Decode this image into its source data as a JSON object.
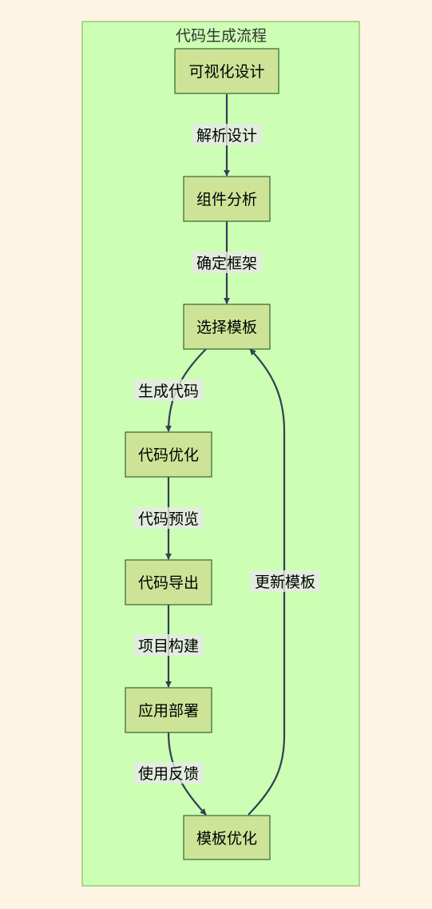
{
  "cluster": {
    "title": "代码生成流程"
  },
  "nodes": [
    {
      "id": "n1",
      "label": "可视化设计"
    },
    {
      "id": "n2",
      "label": "组件分析"
    },
    {
      "id": "n3",
      "label": "选择模板"
    },
    {
      "id": "n4",
      "label": "代码优化"
    },
    {
      "id": "n5",
      "label": "代码导出"
    },
    {
      "id": "n6",
      "label": "应用部署"
    },
    {
      "id": "n7",
      "label": "模板优化"
    }
  ],
  "edges": [
    {
      "from": "n1",
      "to": "n2",
      "label": "解析设计"
    },
    {
      "from": "n2",
      "to": "n3",
      "label": "确定框架"
    },
    {
      "from": "n3",
      "to": "n4",
      "label": "生成代码"
    },
    {
      "from": "n4",
      "to": "n5",
      "label": "代码预览"
    },
    {
      "from": "n5",
      "to": "n6",
      "label": "项目构建"
    },
    {
      "from": "n6",
      "to": "n7",
      "label": "使用反馈"
    },
    {
      "from": "n7",
      "to": "n3",
      "label": "更新模板"
    }
  ],
  "colors": {
    "background": "#fdf4e3",
    "cluster_fill": "#ccffb3",
    "cluster_stroke": "#88bb66",
    "node_fill": "#cde498",
    "node_stroke": "#336633",
    "edge": "#333f55",
    "edge_label_bg": "#e8e8e8"
  }
}
